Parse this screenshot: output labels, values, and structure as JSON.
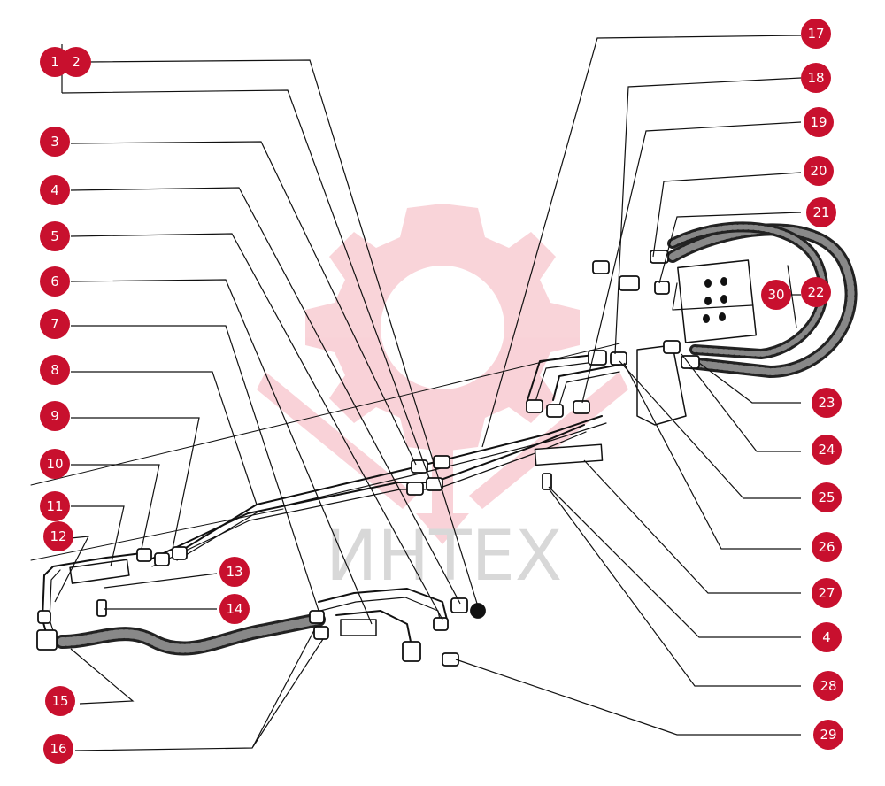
{
  "diagram": {
    "watermark": "ИНТЕХ",
    "badge_color": "#c8102e",
    "badges": [
      {
        "id": "1",
        "label": "1"
      },
      {
        "id": "2",
        "label": "2"
      },
      {
        "id": "3",
        "label": "3"
      },
      {
        "id": "4",
        "label": "4"
      },
      {
        "id": "5",
        "label": "5"
      },
      {
        "id": "6",
        "label": "6"
      },
      {
        "id": "7",
        "label": "7"
      },
      {
        "id": "8",
        "label": "8"
      },
      {
        "id": "9",
        "label": "9"
      },
      {
        "id": "10",
        "label": "10"
      },
      {
        "id": "11",
        "label": "11"
      },
      {
        "id": "12",
        "label": "12"
      },
      {
        "id": "13",
        "label": "13"
      },
      {
        "id": "14",
        "label": "14"
      },
      {
        "id": "15",
        "label": "15"
      },
      {
        "id": "16",
        "label": "16"
      },
      {
        "id": "17",
        "label": "17"
      },
      {
        "id": "18",
        "label": "18"
      },
      {
        "id": "19",
        "label": "19"
      },
      {
        "id": "20",
        "label": "20"
      },
      {
        "id": "21",
        "label": "21"
      },
      {
        "id": "22",
        "label": "22"
      },
      {
        "id": "30",
        "label": "30"
      },
      {
        "id": "23",
        "label": "23"
      },
      {
        "id": "24",
        "label": "24"
      },
      {
        "id": "25",
        "label": "25"
      },
      {
        "id": "26",
        "label": "26"
      },
      {
        "id": "27",
        "label": "27"
      },
      {
        "id": "4b",
        "label": "4"
      },
      {
        "id": "28",
        "label": "28"
      },
      {
        "id": "29",
        "label": "29"
      }
    ]
  }
}
